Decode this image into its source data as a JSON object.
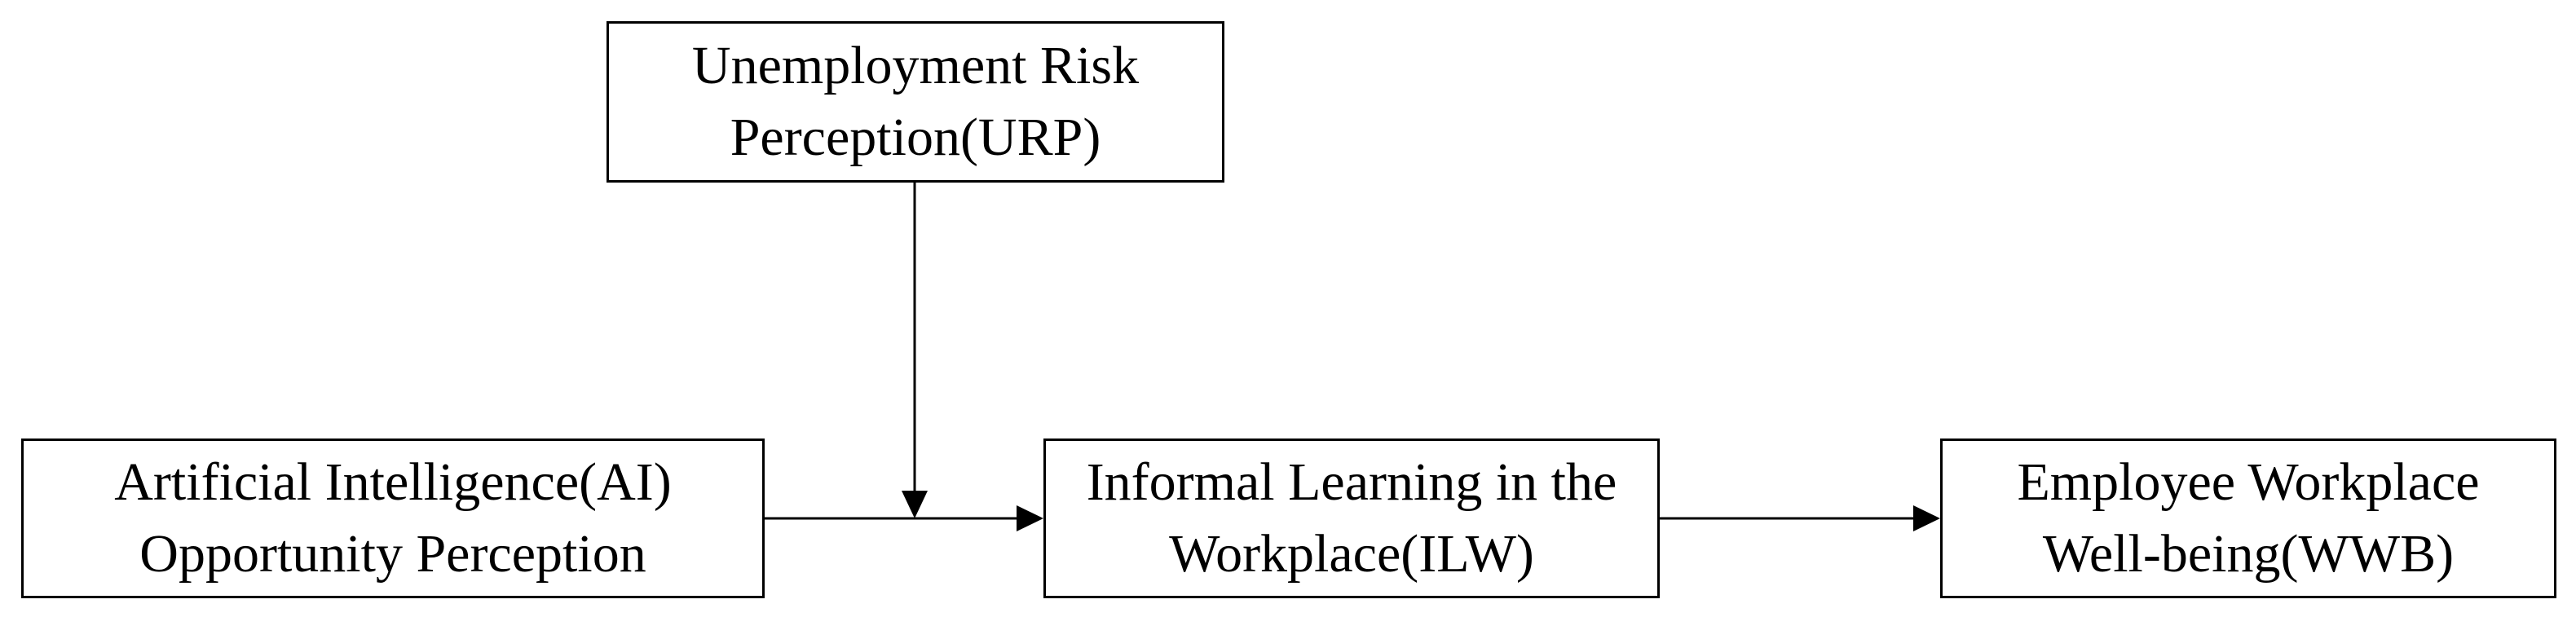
{
  "nodes": {
    "urp": {
      "line1": "Unemployment Risk",
      "line2": "Perception(URP)"
    },
    "ai": {
      "line1": "Artificial Intelligence(AI)",
      "line2": "Opportunity Perception"
    },
    "ilw": {
      "line1": "Informal Learning in the",
      "line2": "Workplace(ILW)"
    },
    "wwb": {
      "line1": "Employee Workplace",
      "line2": "Well-being(WWB)"
    }
  },
  "edges": [
    {
      "from": "ai",
      "to": "ilw",
      "kind": "direct"
    },
    {
      "from": "ilw",
      "to": "wwb",
      "kind": "direct"
    },
    {
      "from": "urp",
      "to": "ai-ilw-path",
      "kind": "moderation"
    }
  ],
  "colors": {
    "line": "#000000",
    "box_border": "#000000",
    "text": "#000000",
    "background": "#ffffff"
  }
}
